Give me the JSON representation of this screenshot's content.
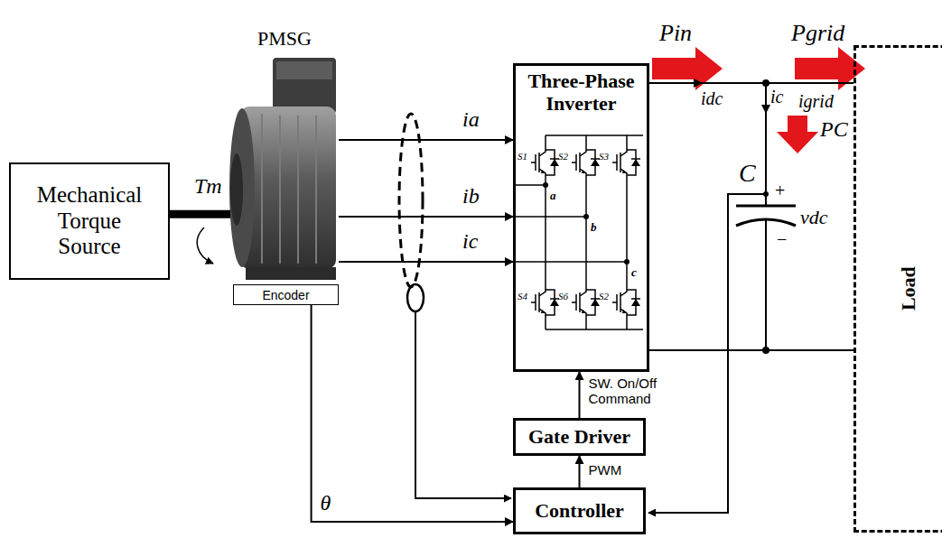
{
  "diagram": {
    "nodes": [
      {
        "text": [
          "Mechanical Torque Source"
        ]
      },
      {
        "text": [
          "PMSG"
        ]
      },
      {
        "text": [
          "Encoder"
        ]
      },
      {
        "text": [
          "Three-Phase Inverter"
        ]
      },
      {
        "text": [
          "Gate Driver"
        ]
      },
      {
        "text": [
          "Controller"
        ]
      },
      {
        "text": [
          "Load"
        ]
      }
    ],
    "edges": [
      {
        "from": 0,
        "to": 1,
        "arrow": "none"
      },
      {
        "from": 1,
        "to": 3,
        "arrow": "to",
        "label": "ia"
      },
      {
        "from": 1,
        "to": 3,
        "arrow": "to",
        "label": "ib"
      },
      {
        "from": 1,
        "to": 3,
        "arrow": "to",
        "label": "ic"
      },
      {
        "from": 3,
        "to": 6,
        "arrow": "none"
      },
      {
        "from": 3,
        "to": 6,
        "arrow": "none"
      },
      {
        "from": 4,
        "to": 3,
        "arrow": "to",
        "label": "SW. On/Off Command"
      },
      {
        "from": 5,
        "to": 4,
        "arrow": "to",
        "label": "PWM"
      },
      {
        "from": 2,
        "to": 5,
        "arrow": "to",
        "label": "θ"
      }
    ],
    "labels": [
      "Tm",
      "S1",
      "S2",
      "S3",
      "a",
      "b",
      "c",
      "S4",
      "S6",
      "S2",
      "Pin",
      "Pgrid",
      "idc",
      "ic",
      "igrid",
      "PC",
      "C",
      "+",
      "vdc",
      "−"
    ]
  }
}
